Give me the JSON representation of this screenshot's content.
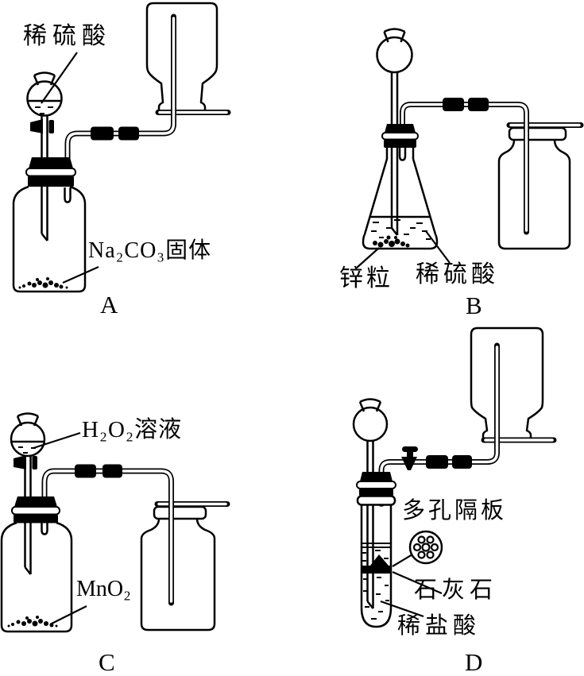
{
  "apparatus": {
    "a": {
      "letter": "A",
      "labels": {
        "acid": "稀硫酸",
        "solid": "Na₂CO₃固体"
      }
    },
    "b": {
      "letter": "B",
      "labels": {
        "zinc": "锌粒",
        "acid": "稀硫酸"
      }
    },
    "c": {
      "letter": "C",
      "labels": {
        "solution": "H₂O₂溶液",
        "catalyst": "MnO₂"
      }
    },
    "d": {
      "letter": "D",
      "labels": {
        "plate": "多孔隔板",
        "limestone": "石灰石",
        "acid": "稀盐酸"
      }
    }
  },
  "colors": {
    "ink": "#000000",
    "background": "#ffffff"
  }
}
